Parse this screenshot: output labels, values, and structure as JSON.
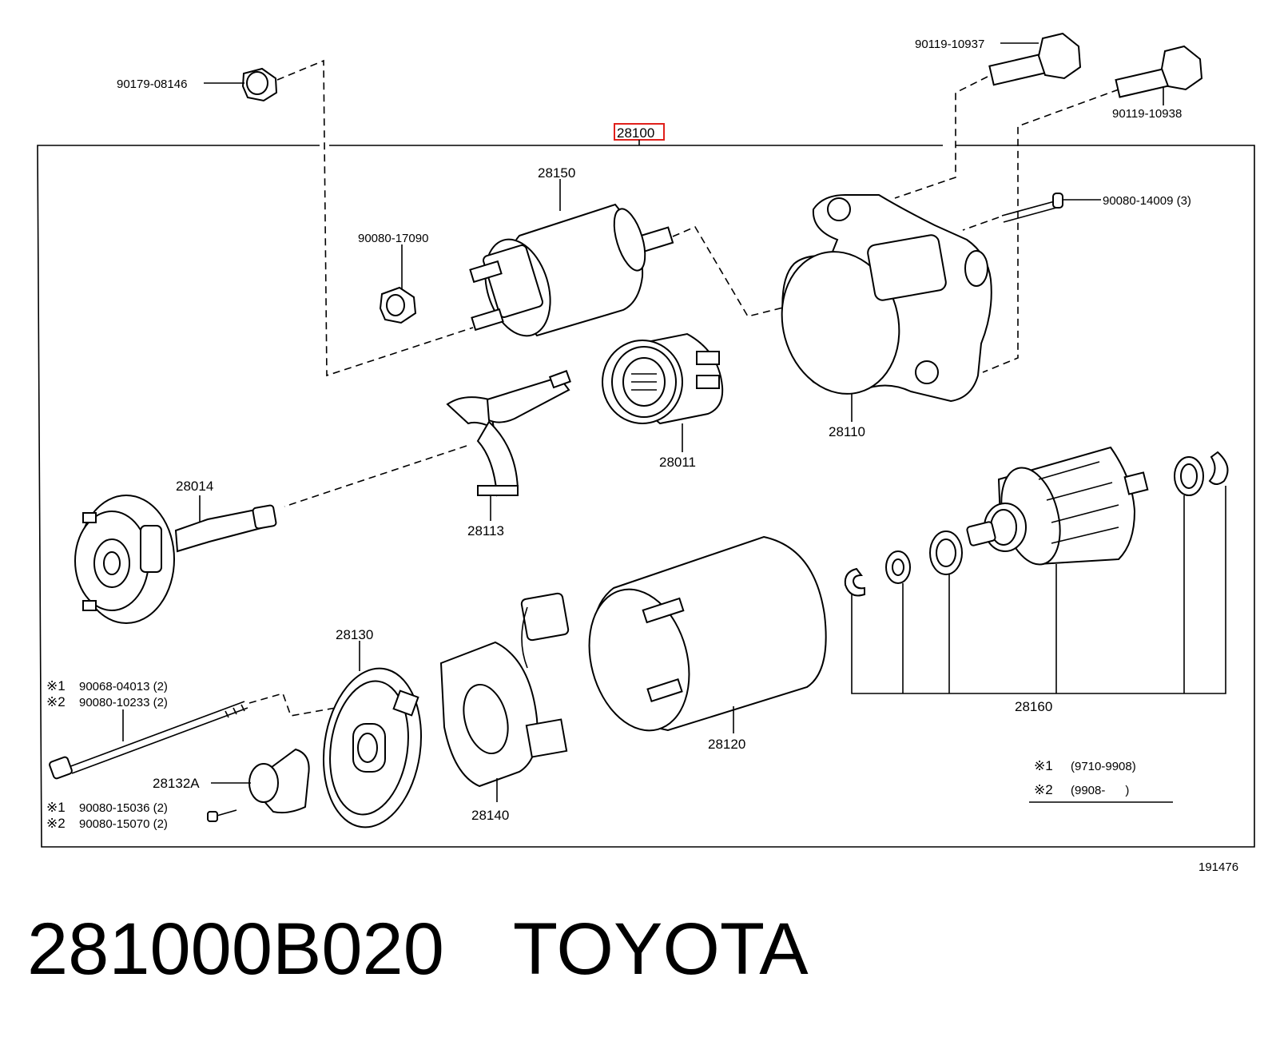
{
  "assembly": {
    "number": "28100",
    "highlight_color": "#e0201b"
  },
  "labels": {
    "nut_top": "90179-08146",
    "bolt_a": "90119-10937",
    "bolt_b": "90119-10938",
    "bolt_through": "90080-14009 (3)",
    "nut_solenoid": "90080-17090",
    "solenoid": "28150",
    "housing": "28110",
    "clutch": "28011",
    "lever": "28113",
    "drive_shaft": "28014",
    "armature": "28160",
    "yoke": "28120",
    "end_frame": "28130",
    "brush_holder": "28140",
    "cover": "28132A",
    "bolt_long_1": "90068-04013 (2)",
    "bolt_long_2": "90080-10233 (2)",
    "screw_1": "90080-15036 (2)",
    "screw_2": "90080-15070 (2)",
    "mark_1": "※1",
    "mark_2": "※2",
    "diagram_id": "191476"
  },
  "legend": [
    {
      "mark": "※1",
      "range": "(9710-9908)"
    },
    {
      "mark": "※2",
      "range": "(9908-      )"
    }
  ],
  "caption": {
    "part_number": "281000B020",
    "brand": "TOYOTA"
  }
}
